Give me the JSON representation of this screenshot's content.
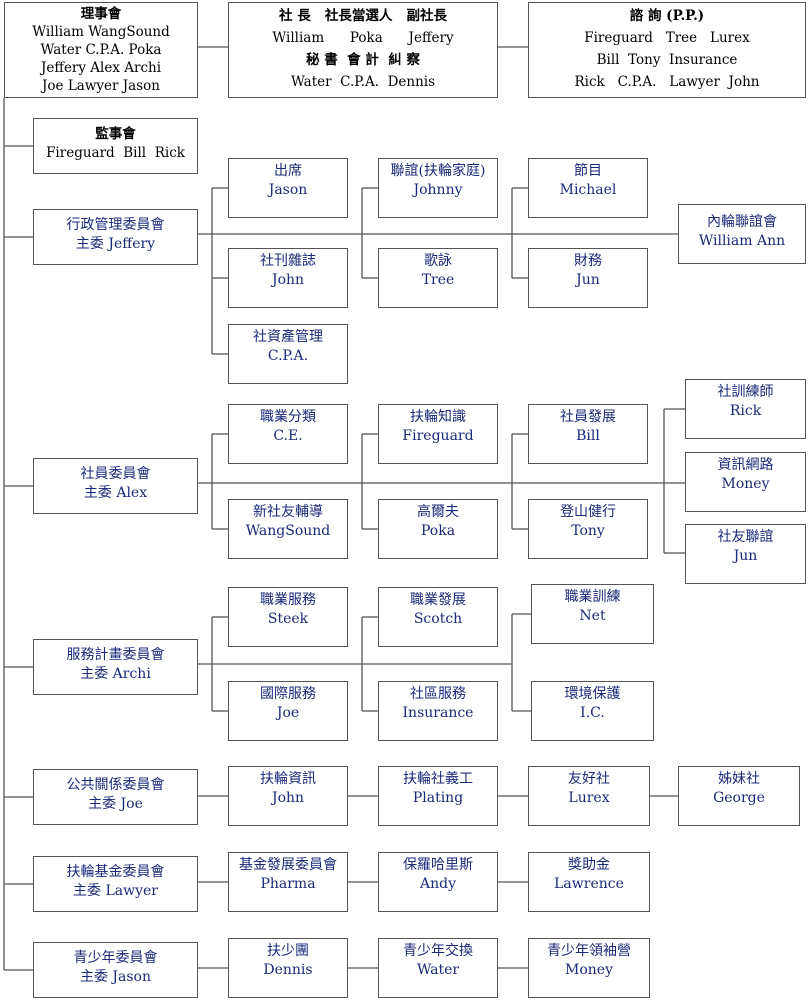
{
  "board": {
    "title": "理事會",
    "members": [
      "William  WangSound",
      "Water  C.P.A.  Poka",
      "Jeffery  Alex  Archi",
      "Joe  Lawyer  Jason"
    ]
  },
  "officers": {
    "line1": "社 長   社長當選人   副社長",
    "line2": "William      Poka      Jeffery",
    "line3": "秘 書  會 計  糾 察",
    "line4": "Water  C.P.A.  Dennis"
  },
  "advisors": {
    "title": "諮 詢 (P.P.)",
    "line2": "Fireguard   Tree   Lurex",
    "line3": "Bill  Tony  Insurance",
    "line4": "Rick   C.P.A.   Lawyer  John"
  },
  "supervisors": {
    "title": "監事會",
    "members": "Fireguard  Bill  Rick"
  },
  "admin": {
    "committee": {
      "name": "行政管理委員會",
      "chair": "主委 Jeffery"
    },
    "attendance": {
      "name": "出席",
      "person": "Jason"
    },
    "fellowship": {
      "name": "聯誼(扶輪家庭)",
      "person": "Johnny"
    },
    "program": {
      "name": "節目",
      "person": "Michael"
    },
    "inner_wheel": {
      "name": "內輪聯誼會",
      "person": "William Ann"
    },
    "magazine": {
      "name": "社刊雜誌",
      "person": "John"
    },
    "singing": {
      "name": "歌詠",
      "person": "Tree"
    },
    "finance": {
      "name": "財務",
      "person": "Jun"
    },
    "assets": {
      "name": "社資產管理",
      "person": "C.P.A."
    }
  },
  "membership": {
    "committee": {
      "name": "社員委員會",
      "chair": "主委 Alex"
    },
    "classification": {
      "name": "職業分類",
      "person": "C.E."
    },
    "knowledge": {
      "name": "扶輪知識",
      "person": "Fireguard"
    },
    "development": {
      "name": "社員發展",
      "person": "Bill"
    },
    "trainer": {
      "name": "社訓練師",
      "person": "Rick"
    },
    "it": {
      "name": "資訊網路",
      "person": "Money"
    },
    "orientation": {
      "name": "新社友輔導",
      "person": "WangSound"
    },
    "golf": {
      "name": "高爾夫",
      "person": "Poka"
    },
    "hiking": {
      "name": "登山健行",
      "person": "Tony"
    },
    "social": {
      "name": "社友聯誼",
      "person": "Jun"
    }
  },
  "service": {
    "committee": {
      "name": "服務計畫委員會",
      "chair": "主委 Archi"
    },
    "vocational_service": {
      "name": "職業服務",
      "person": "Steek"
    },
    "vocational_dev": {
      "name": "職業發展",
      "person": "Scotch"
    },
    "vocational_training": {
      "name": "職業訓練",
      "person": "Net"
    },
    "international": {
      "name": "國際服務",
      "person": "Joe"
    },
    "community": {
      "name": "社區服務",
      "person": "Insurance"
    },
    "environment": {
      "name": "環境保護",
      "person": "I.C."
    }
  },
  "pr": {
    "committee": {
      "name": "公共關係委員會",
      "chair": "主委 Joe"
    },
    "info": {
      "name": "扶輪資訊",
      "person": "John"
    },
    "volunteer": {
      "name": "扶輪社義工",
      "person": "Plating"
    },
    "friend_club": {
      "name": "友好社",
      "person": "Lurex"
    },
    "sister_club": {
      "name": "姊妹社",
      "person": "George"
    }
  },
  "foundation": {
    "committee": {
      "name": "扶輪基金委員會",
      "chair": "主委 Lawyer"
    },
    "fund_dev": {
      "name": "基金發展委員會",
      "person": "Pharma"
    },
    "paul_harris": {
      "name": "保羅哈里斯",
      "person": "Andy"
    },
    "scholarship": {
      "name": "獎助金",
      "person": "Lawrence"
    }
  },
  "youth": {
    "committee": {
      "name": "青少年委員會",
      "chair": "主委 Jason"
    },
    "interact": {
      "name": "扶少團",
      "person": "Dennis"
    },
    "exchange": {
      "name": "青少年交換",
      "person": "Water"
    },
    "camp": {
      "name": "青少年領袖營",
      "person": "Money"
    }
  }
}
